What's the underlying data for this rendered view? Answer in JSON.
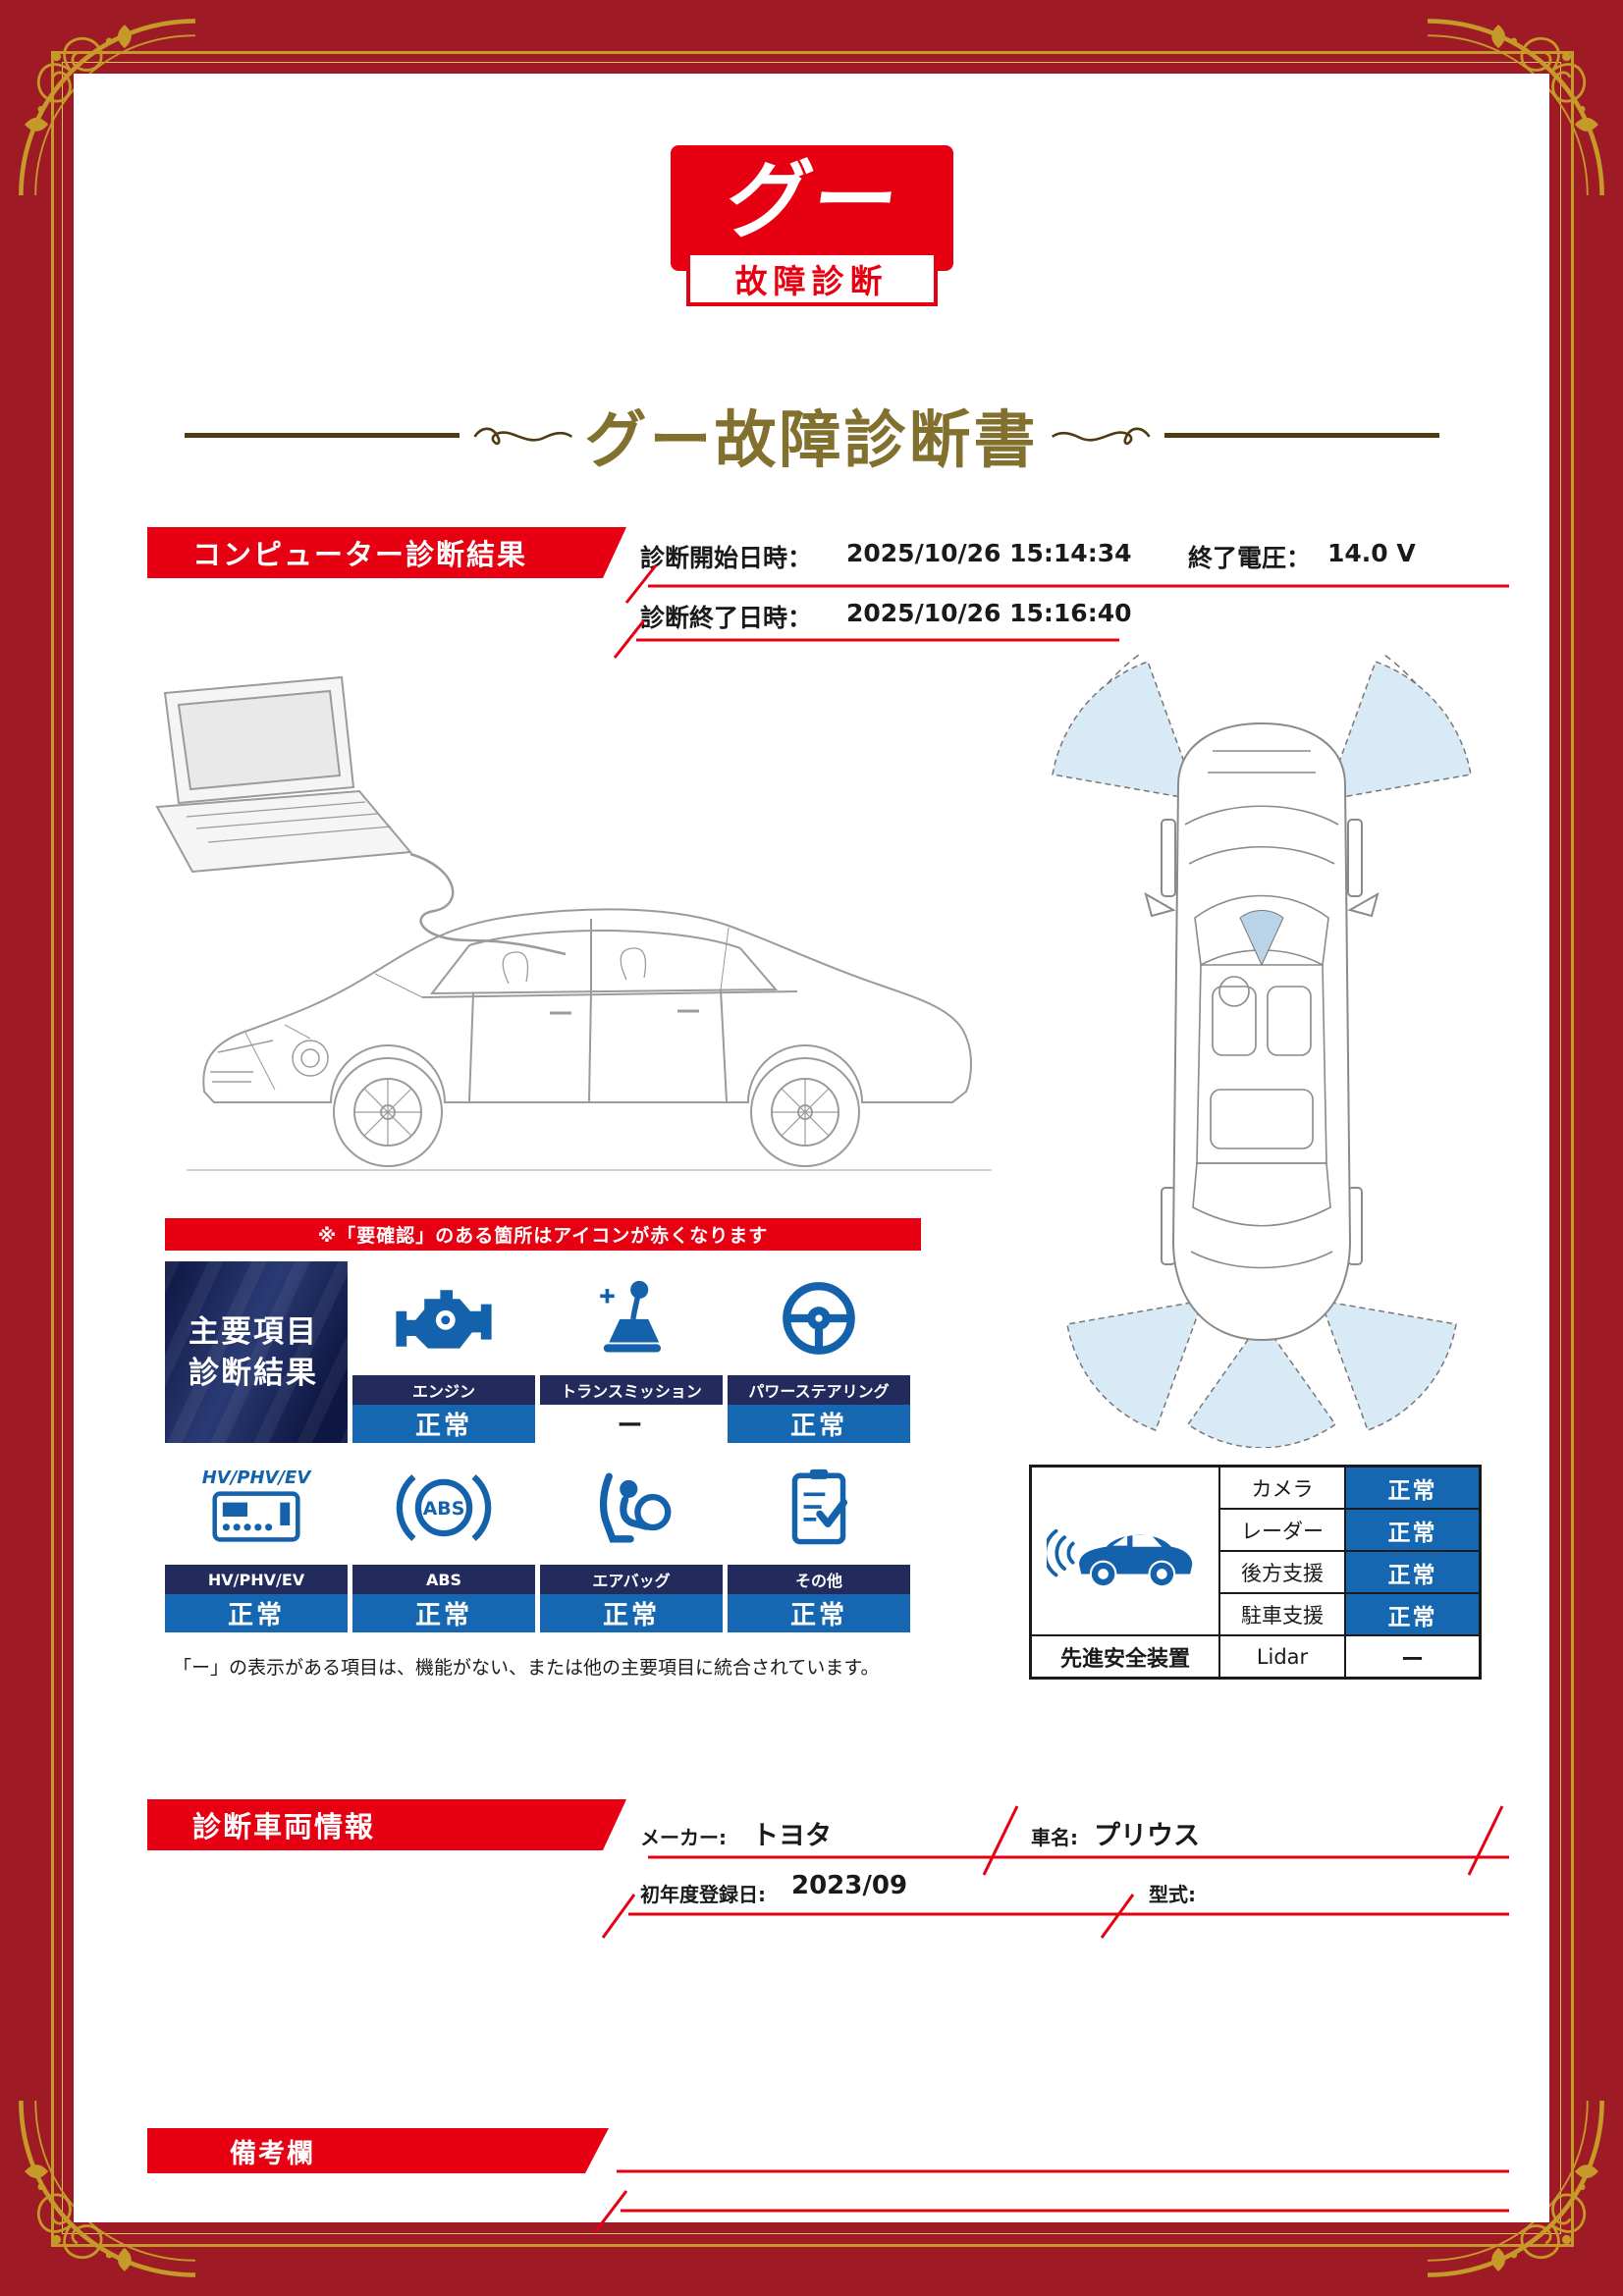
{
  "page": {
    "frame_color": "#9e1b26",
    "accent_red": "#e60012",
    "accent_blue": "#1462ac",
    "navy": "#222b5c",
    "gold": "#c59a28",
    "title_color": "#82702e"
  },
  "logo": {
    "main": "グー",
    "sub": "故障診断"
  },
  "title": "グー故障診断書",
  "diagnosis": {
    "section_label": "コンピューター診断結果",
    "start_label": "診断開始日時：",
    "start_value": "2025/10/26 15:14:34",
    "voltage_label": "終了電圧：",
    "voltage_value": "14.0 V",
    "end_label": "診断終了日時：",
    "end_value": "2025/10/26 15:16:40"
  },
  "notice": "※「要確認」のある箇所はアイコンが赤くなります",
  "main_results": {
    "header_line1": "主要項目",
    "header_line2": "診断結果",
    "items": [
      {
        "label": "エンジン",
        "status": "正常",
        "icon": "engine-icon"
      },
      {
        "label": "トランスミッション",
        "status": "ー",
        "icon": "transmission-icon"
      },
      {
        "label": "パワーステアリング",
        "status": "正常",
        "icon": "steering-wheel-icon"
      },
      {
        "label": "HV/PHV/EV",
        "status": "正常",
        "icon": "hv-phv-ev-icon",
        "icon_text": "HV/PHV/EV"
      },
      {
        "label": "ABS",
        "status": "正常",
        "icon": "abs-icon",
        "icon_text": "ABS"
      },
      {
        "label": "エアバッグ",
        "status": "正常",
        "icon": "airbag-icon"
      },
      {
        "label": "その他",
        "status": "正常",
        "icon": "checklist-icon"
      }
    ],
    "footnote": "「ー」の表示がある項目は、機能がない、または他の主要項目に統合されています。"
  },
  "safety": {
    "label": "先進安全装置",
    "icon": "safety-car-icon",
    "rows": [
      {
        "label": "カメラ",
        "status": "正常"
      },
      {
        "label": "レーダー",
        "status": "正常"
      },
      {
        "label": "後方支援",
        "status": "正常"
      },
      {
        "label": "駐車支援",
        "status": "正常"
      },
      {
        "label": "Lidar",
        "status": "ー"
      }
    ]
  },
  "vehicle": {
    "section_label": "診断車両情報",
    "maker_label": "メーカー:",
    "maker_value": "トヨタ",
    "name_label": "車名:",
    "name_value": "プリウス",
    "reg_label": "初年度登録日:",
    "reg_value": "2023/09",
    "model_label": "型式:",
    "model_value": ""
  },
  "remarks": {
    "section_label": "備考欄"
  }
}
